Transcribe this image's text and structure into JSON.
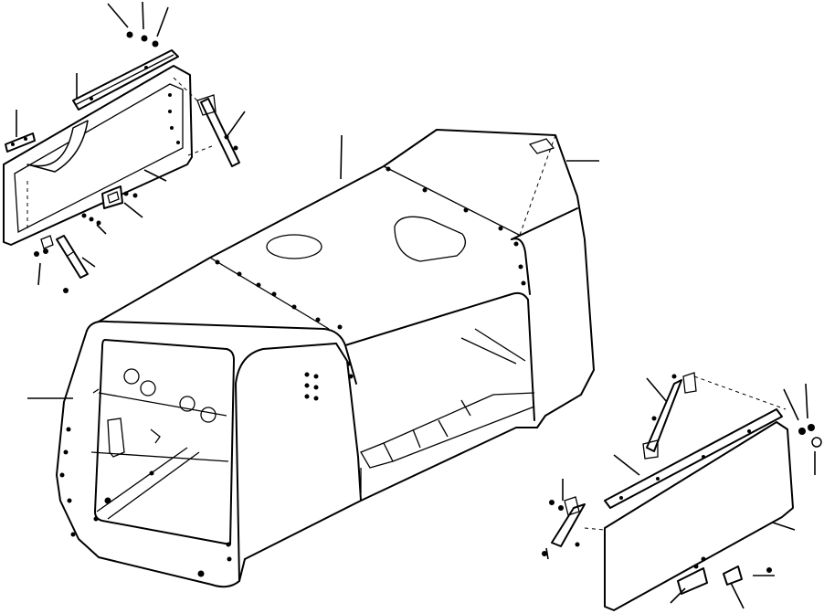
{
  "diagram": {
    "kind": "exploded parts illustration",
    "line_color": "#000000",
    "background": "#ffffff",
    "components": [
      {
        "name": "hood-body",
        "icon": "hood-enclosure"
      },
      {
        "name": "left-side-panel",
        "icon": "access-panel"
      },
      {
        "name": "right-side-panel",
        "icon": "access-panel"
      },
      {
        "name": "hinge-strips",
        "icon": "hinge"
      },
      {
        "name": "gas-springs",
        "icon": "gas-strut"
      },
      {
        "name": "latches",
        "icon": "latch"
      },
      {
        "name": "fasteners",
        "icon": "bolt-washer"
      }
    ]
  }
}
